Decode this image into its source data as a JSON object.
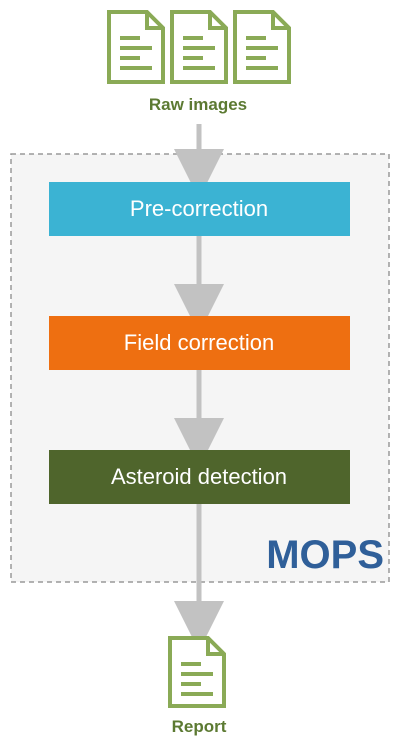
{
  "input": {
    "label": "Raw images",
    "icon": "document-icon",
    "count": 3
  },
  "system": {
    "label": "MOPS",
    "steps": [
      {
        "label": "Pre-correction",
        "color": "#3bb3d3"
      },
      {
        "label": "Field correction",
        "color": "#ee6f11"
      },
      {
        "label": "Asteroid detection",
        "color": "#4f652c"
      }
    ]
  },
  "output": {
    "label": "Report",
    "icon": "document-icon"
  },
  "colors": {
    "doc_green": "#8aaa56",
    "doc_text_green": "#5c7a32",
    "mops_blue": "#2f5f99",
    "arrow": "#c2c2c2",
    "dashed_border": "#9a9a9a",
    "panel_fill": "#f5f5f5"
  }
}
